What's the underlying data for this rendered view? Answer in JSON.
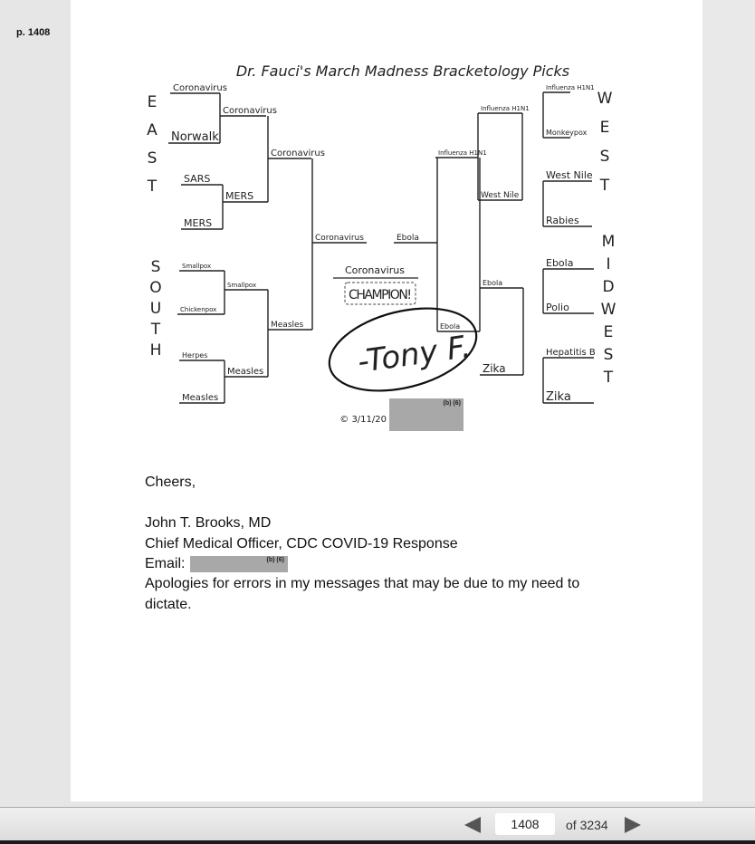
{
  "page_label": "p. 1408",
  "bracket": {
    "title": "Dr. Fauci's March Madness Bracketology Picks",
    "regions": {
      "east": "EAST",
      "south": "SOUTH",
      "west": "WEST",
      "midwest": "MIDWEST"
    },
    "labels": [
      "Coronavirus",
      "Norwalk",
      "SARS",
      "MERS",
      "Coronavirus",
      "MERS",
      "Coronavirus",
      "Smallpox",
      "Chickenpox",
      "Herpes",
      "Measles",
      "Smallpox",
      "Measles",
      "Measles",
      "Coronavirus",
      "Influenza H1N1",
      "Monkeypox",
      "West Nile",
      "Rabies",
      "Influenza H1N1",
      "West Nile",
      "Influenza H1N1",
      "Ebola",
      "Polio",
      "Hepatitis B",
      "Zika",
      "Ebola",
      "Zika",
      "Ebola",
      "Ebola"
    ],
    "champion_name": "Coronavirus",
    "champion_label": "CHAMPION!",
    "signature": "-Tony F.",
    "date": "© 3/11/20",
    "redaction_code": "(b) (6)"
  },
  "email": {
    "greeting": "Cheers,",
    "name": "John T. Brooks, MD",
    "title": "Chief Medical Officer, CDC COVID-19 Response",
    "email_label": "Email:",
    "email_redaction": "(b) (6)",
    "disclaimer_line1": "Apologies for errors in my messages that may be due to my need to",
    "disclaimer_line2": "dictate."
  },
  "viewer": {
    "current_page": "1408",
    "total_pages": "of 3234"
  }
}
